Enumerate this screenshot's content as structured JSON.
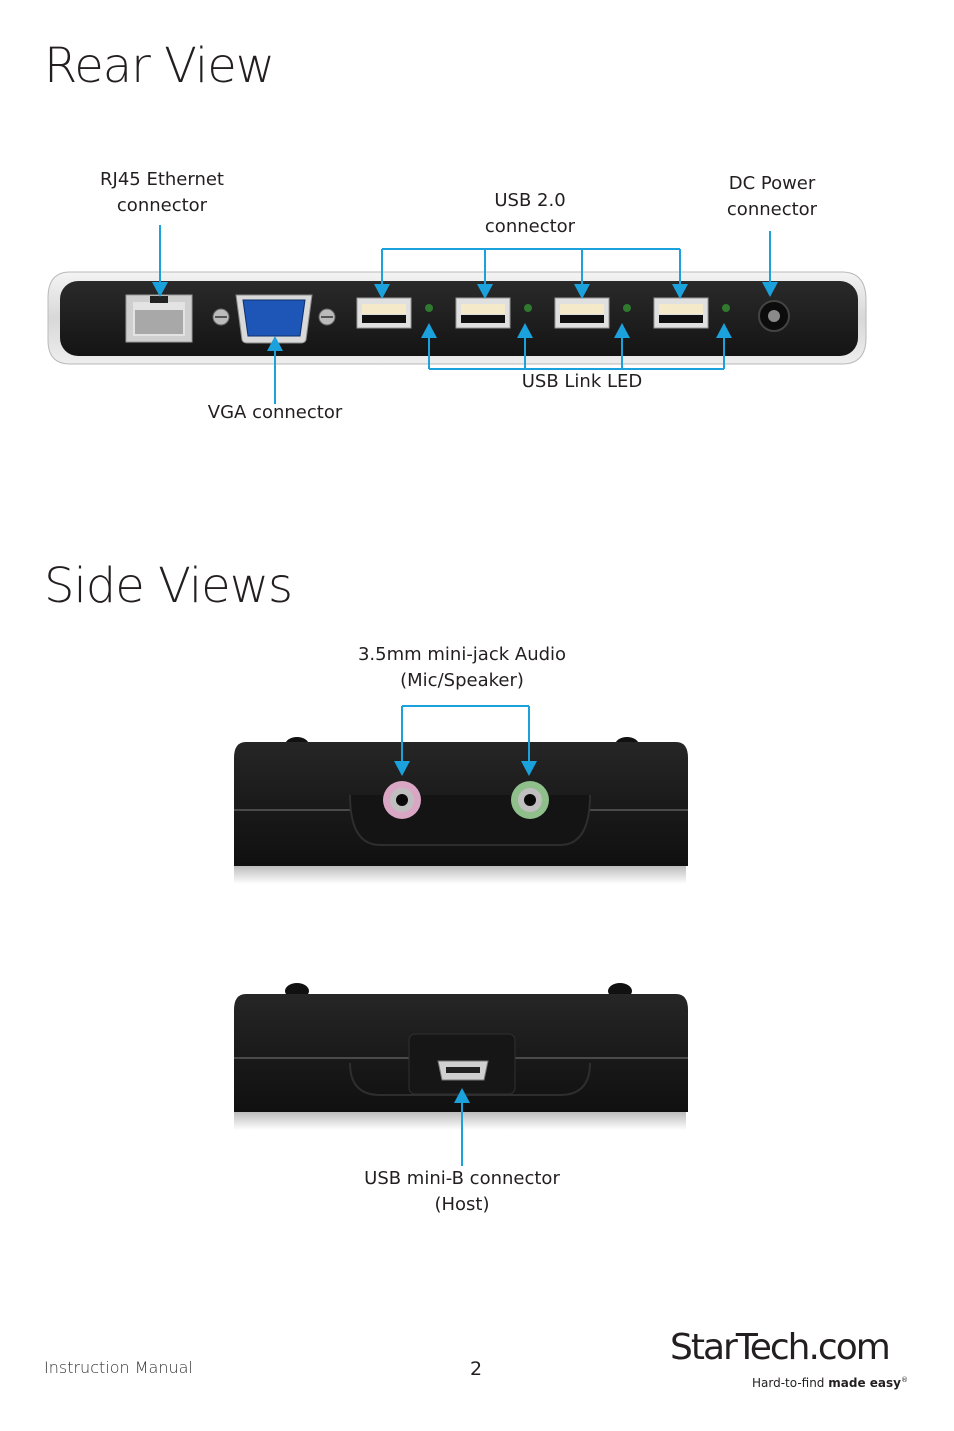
{
  "headings": {
    "rear": "Rear View",
    "side": "Side Views"
  },
  "rear_labels": {
    "rj45_line1": "RJ45 Ethernet",
    "rj45_line2": "connector",
    "usb_line1": "USB 2.0",
    "usb_line2": "connector",
    "dc_line1": "DC Power",
    "dc_line2": "connector",
    "led": "USB Link LED",
    "vga": "VGA connector"
  },
  "side_labels": {
    "audio_line1": "3.5mm mini-jack Audio",
    "audio_line2": "(Mic/Speaker)",
    "mini_b_line1": "USB mini-B connector",
    "mini_b_line2": "(Host)"
  },
  "footer": {
    "manual": "Instruction Manual",
    "page": "2",
    "brand": "StarTech.com",
    "tagline_light": "Hard-to-find ",
    "tagline_bold": "made easy",
    "reg": "®"
  },
  "colors": {
    "callout": "#1ba1dc",
    "device_body": "#1c1c1c"
  }
}
